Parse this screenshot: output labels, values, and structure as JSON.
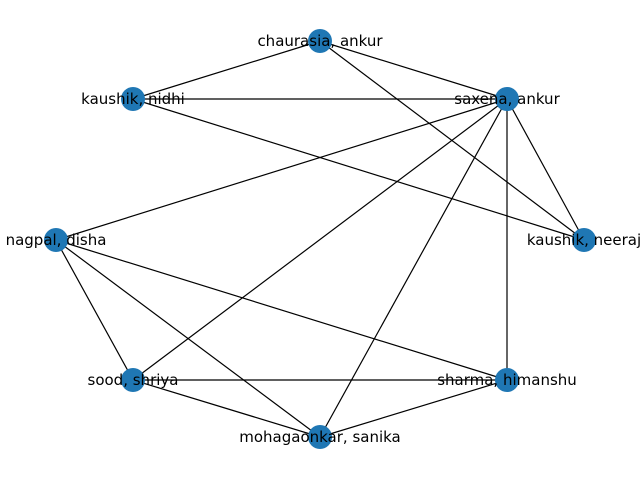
{
  "graph": {
    "node_color": "#1f77b4",
    "edge_color": "#000000",
    "nodes": [
      {
        "id": "chaurasia",
        "label": "chaurasia, ankur"
      },
      {
        "id": "kaushik_nidhi",
        "label": "kaushik, nidhi"
      },
      {
        "id": "saxena",
        "label": "saxena, ankur"
      },
      {
        "id": "nagpal",
        "label": "nagpal, disha"
      },
      {
        "id": "kaushik_neeraj",
        "label": "kaushik, neeraj"
      },
      {
        "id": "sood",
        "label": "sood, shriya"
      },
      {
        "id": "sharma",
        "label": "sharma, himanshu"
      },
      {
        "id": "mohagaonkar",
        "label": "mohagaonkar, sanika"
      }
    ],
    "edges": [
      [
        "chaurasia",
        "kaushik_nidhi"
      ],
      [
        "chaurasia",
        "saxena"
      ],
      [
        "chaurasia",
        "kaushik_neeraj"
      ],
      [
        "kaushik_nidhi",
        "saxena"
      ],
      [
        "kaushik_nidhi",
        "kaushik_neeraj"
      ],
      [
        "saxena",
        "nagpal"
      ],
      [
        "saxena",
        "kaushik_neeraj"
      ],
      [
        "saxena",
        "sood"
      ],
      [
        "saxena",
        "sharma"
      ],
      [
        "saxena",
        "mohagaonkar"
      ],
      [
        "nagpal",
        "sood"
      ],
      [
        "nagpal",
        "mohagaonkar"
      ],
      [
        "nagpal",
        "sharma"
      ],
      [
        "sood",
        "sharma"
      ],
      [
        "sood",
        "mohagaonkar"
      ],
      [
        "sharma",
        "mohagaonkar"
      ]
    ]
  }
}
